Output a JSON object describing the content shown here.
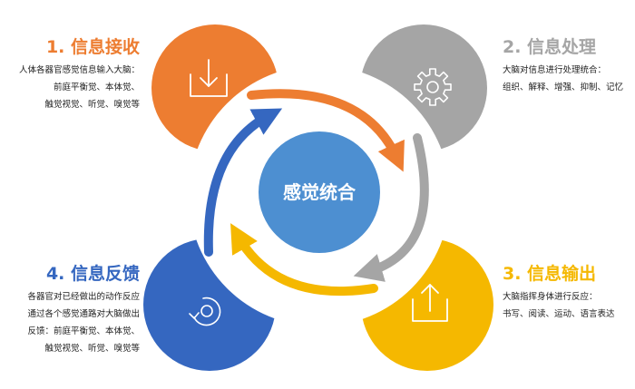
{
  "center": {
    "label": "感觉统合",
    "color": "#4d8fd1"
  },
  "steps": [
    {
      "title": "1. 信息接收",
      "color": "#ed7d31",
      "icon": "download-icon",
      "desc": [
        "人体各器官感觉信息输入大脑：",
        "前庭平衡觉、本体觉、",
        "触觉视觉、听觉、嗅觉等"
      ]
    },
    {
      "title": "2. 信息处理",
      "color": "#a5a5a5",
      "icon": "gear-icon",
      "desc": [
        "大脑对信息进行处理统合：",
        "组织、解释、增强、抑制、记忆"
      ]
    },
    {
      "title": "3. 信息输出",
      "color": "#f5b800",
      "icon": "upload-icon",
      "desc": [
        "大脑指挥身体进行反应：",
        "书写、阅读、运动、语言表达"
      ]
    },
    {
      "title": "4. 信息反馈",
      "color": "#3567c0",
      "icon": "refresh-icon",
      "desc": [
        "各器官对已经做出的动作反应",
        "通过各个感觉通路对大脑做出",
        "反馈：前庭平衡觉、本体觉、",
        "触觉视觉、听觉、嗅觉等"
      ]
    }
  ]
}
